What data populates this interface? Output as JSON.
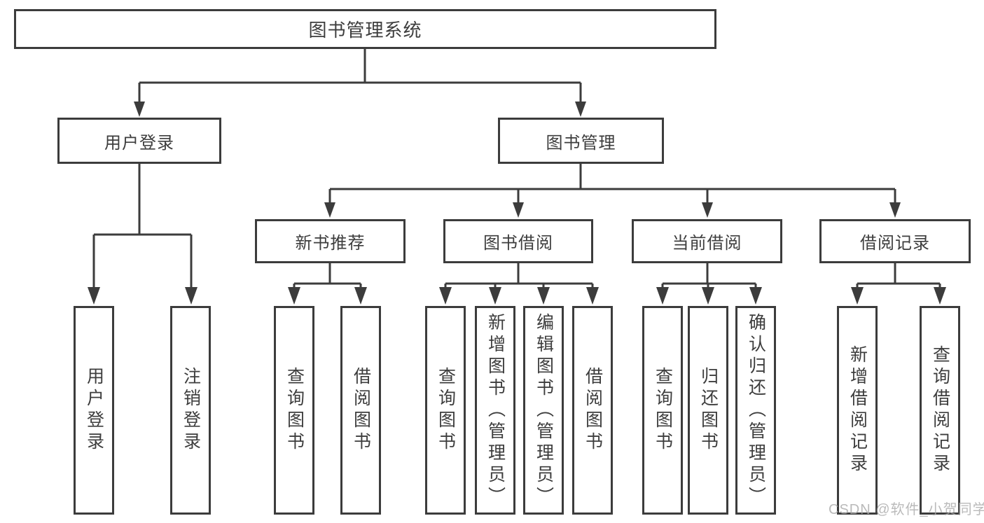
{
  "tree": {
    "label": "图书管理系统",
    "children": [
      {
        "label": "用户登录",
        "children": [
          {
            "label": "用户登录"
          },
          {
            "label": "注销登录"
          }
        ]
      },
      {
        "label": "图书管理",
        "children": [
          {
            "label": "新书推荐",
            "children": [
              {
                "label": "查询图书"
              },
              {
                "label": "借阅图书"
              }
            ]
          },
          {
            "label": "图书借阅",
            "children": [
              {
                "label": "查询图书"
              },
              {
                "label": "新增图书（管理员）"
              },
              {
                "label": "编辑图书（管理员）"
              },
              {
                "label": "借阅图书"
              }
            ]
          },
          {
            "label": "当前借阅",
            "children": [
              {
                "label": "查询图书"
              },
              {
                "label": "归还图书"
              },
              {
                "label": "确认归还（管理员）"
              }
            ]
          },
          {
            "label": "借阅记录",
            "children": [
              {
                "label": "新增借阅记录"
              },
              {
                "label": "查询借阅记录"
              }
            ]
          }
        ]
      }
    ]
  },
  "watermark": {
    "text": "CSDN @软件_小贺同学"
  },
  "colors": {
    "line": "#3c3c3c",
    "text": "#3d3d3d",
    "watermark": "#aaaaaa",
    "background": "#ffffff"
  }
}
